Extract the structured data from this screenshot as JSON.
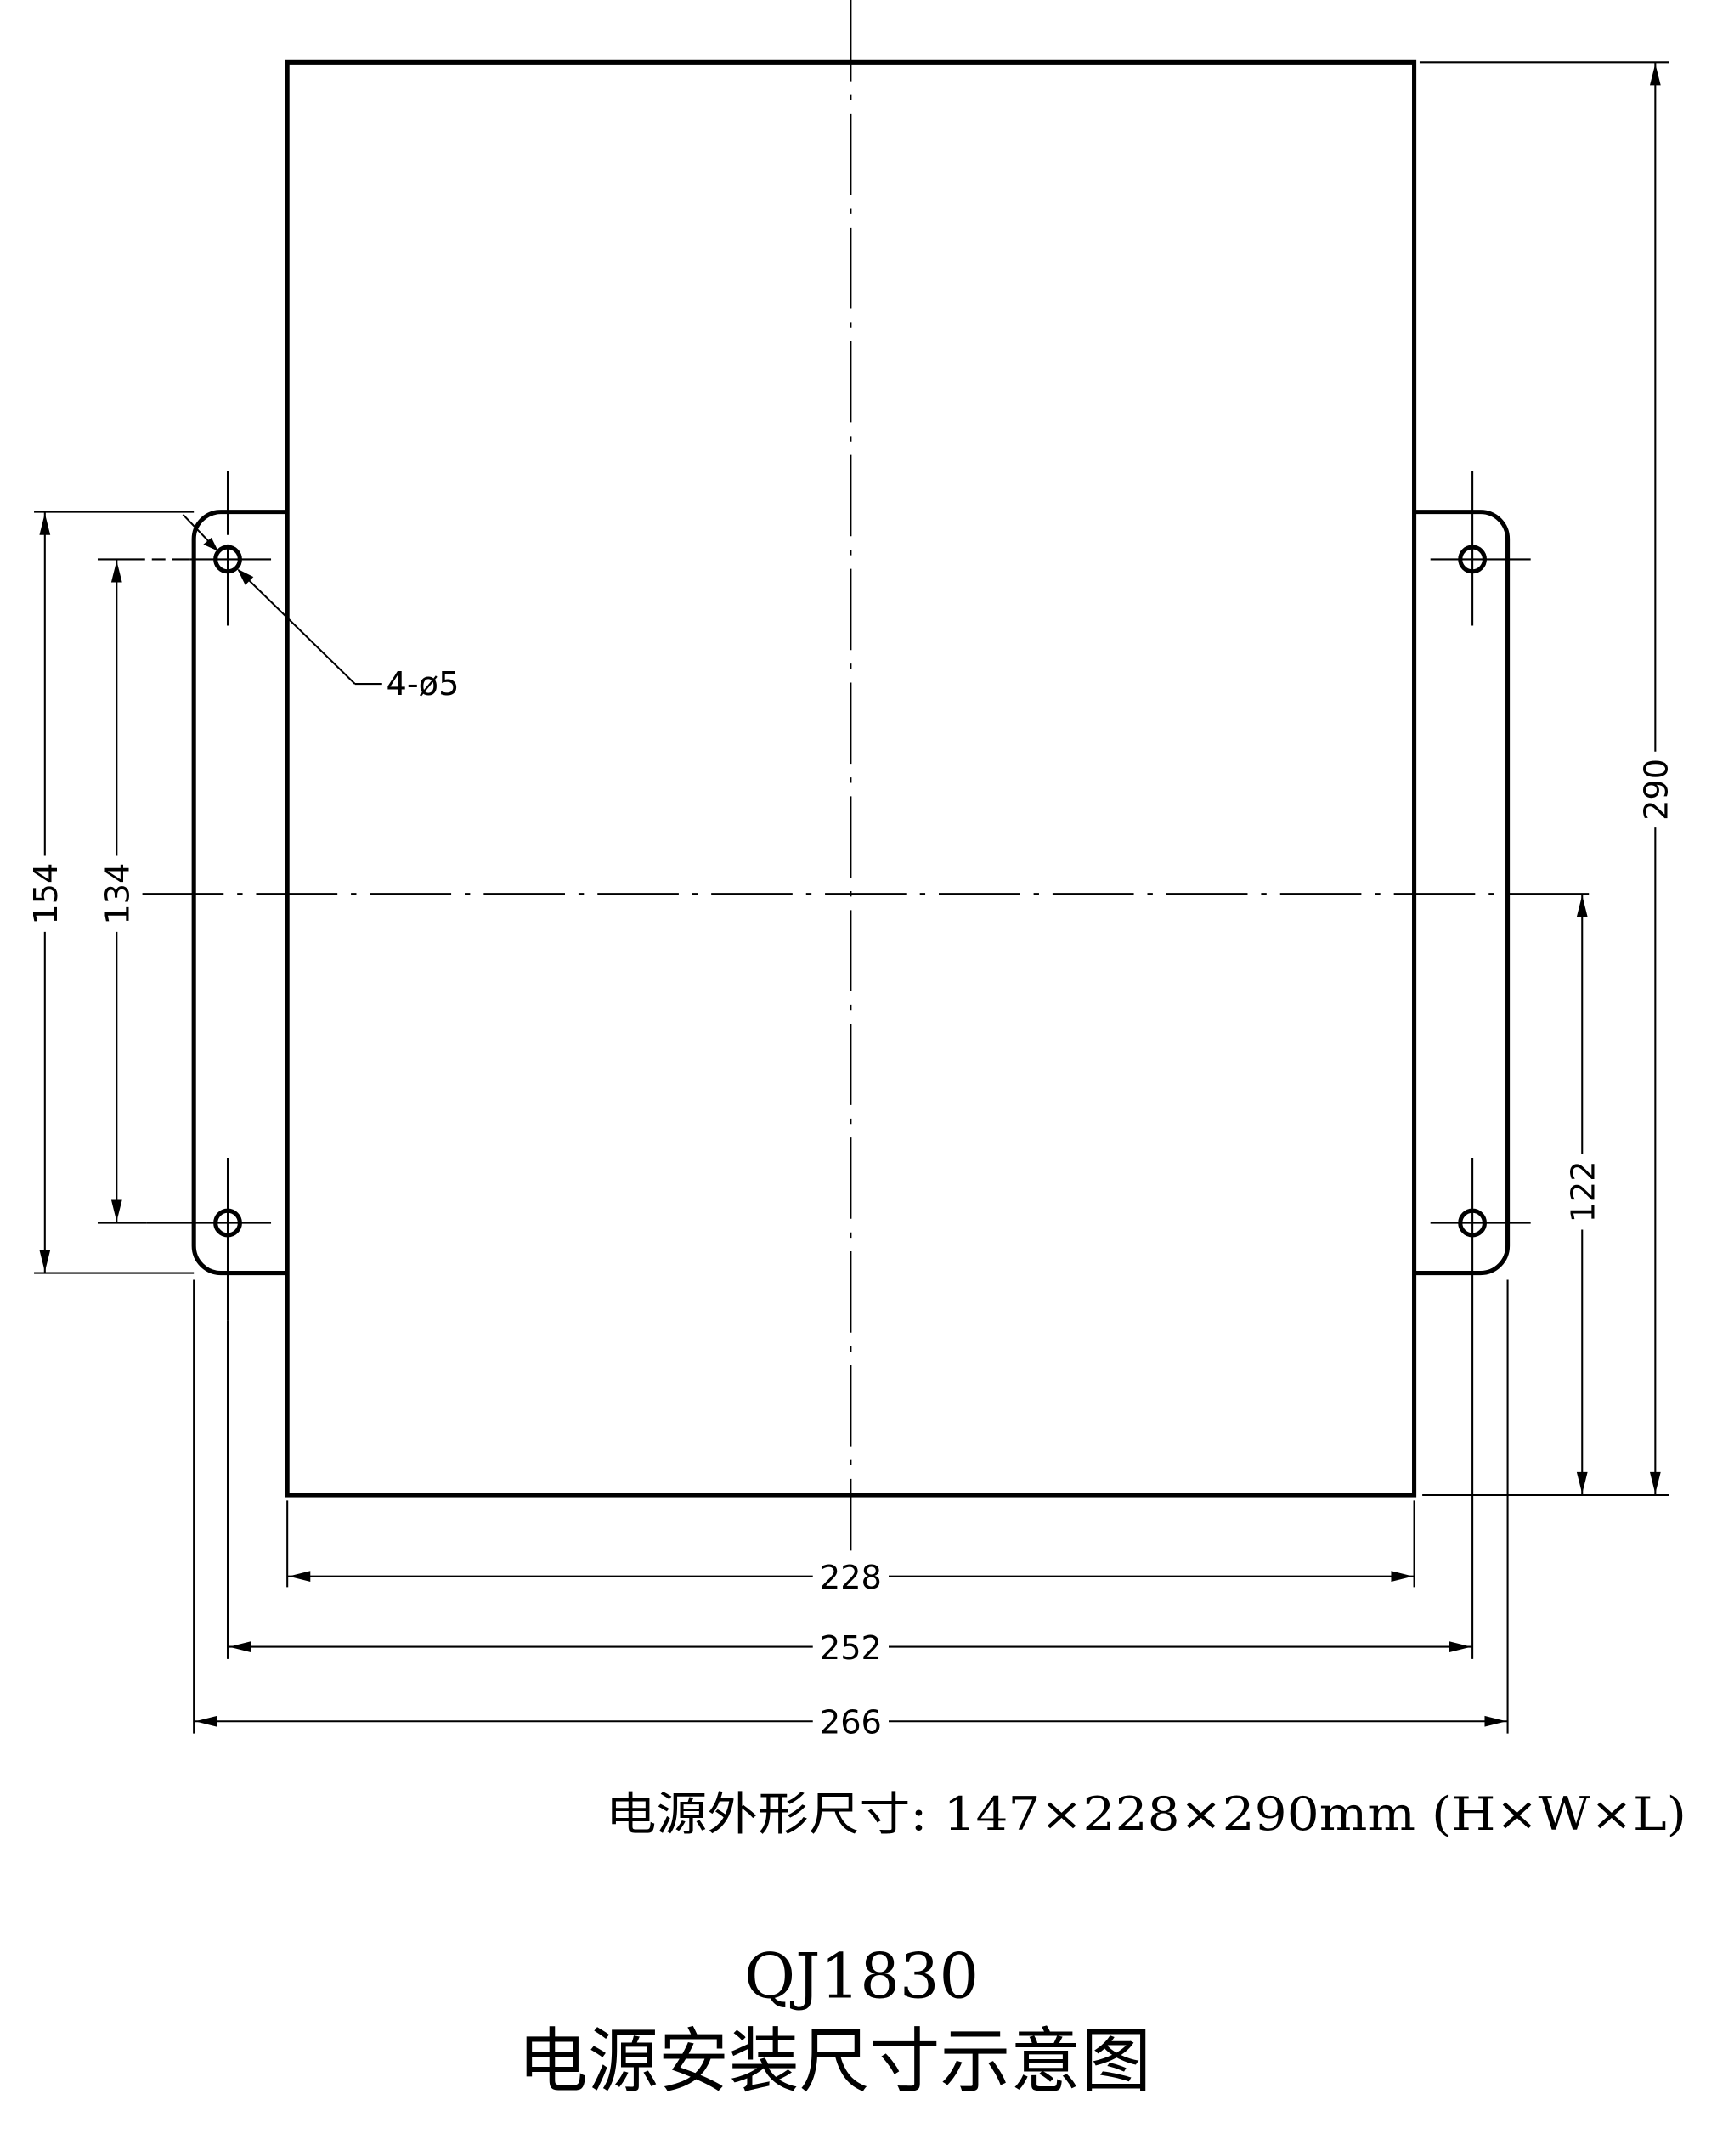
{
  "drawing": {
    "dimensions": {
      "outer_flange_height": "154",
      "hole_spacing_vertical": "134",
      "length": "290",
      "hole_to_center": "122",
      "body_width": "228",
      "hole_spacing_horizontal": "252",
      "flange_width": "266"
    },
    "hole_callout": "4-ø5",
    "spec_line": "电源外形尺寸: 147×228×290mm (H×W×L)",
    "model": "QJ1830",
    "title": "电源安装尺寸示意图"
  }
}
